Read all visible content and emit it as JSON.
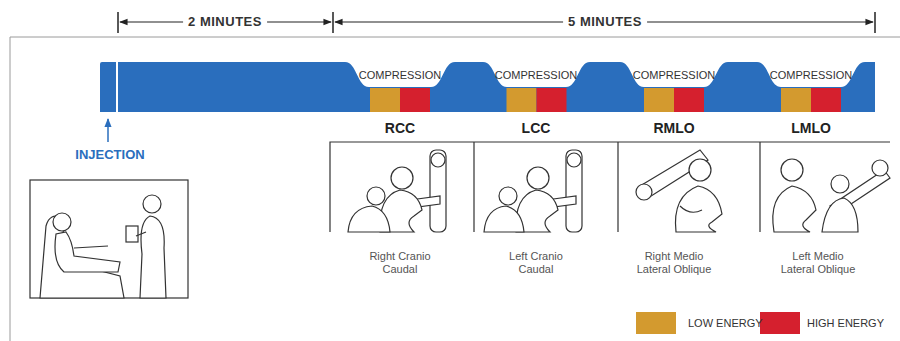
{
  "diagram": {
    "labels": [
      "2 MINUTES",
      "5 MINUTES",
      "INJECTION",
      "COMPRESSION",
      "COMPRESSION",
      "COMPRESSION",
      "COMPRESSION",
      "RCC",
      "LCC",
      "RMLO",
      "LMLO",
      "Right Cranio Caudal",
      "Left Cranio Caudal",
      "Right Medio Lateral Oblique",
      "Left Medio Lateral Oblique"
    ],
    "legend": [
      {
        "text": "LOW ENERGY",
        "color": "#d39a2f"
      },
      {
        "text": "HIGH ENERGY",
        "color": "#d5202e"
      }
    ]
  }
}
